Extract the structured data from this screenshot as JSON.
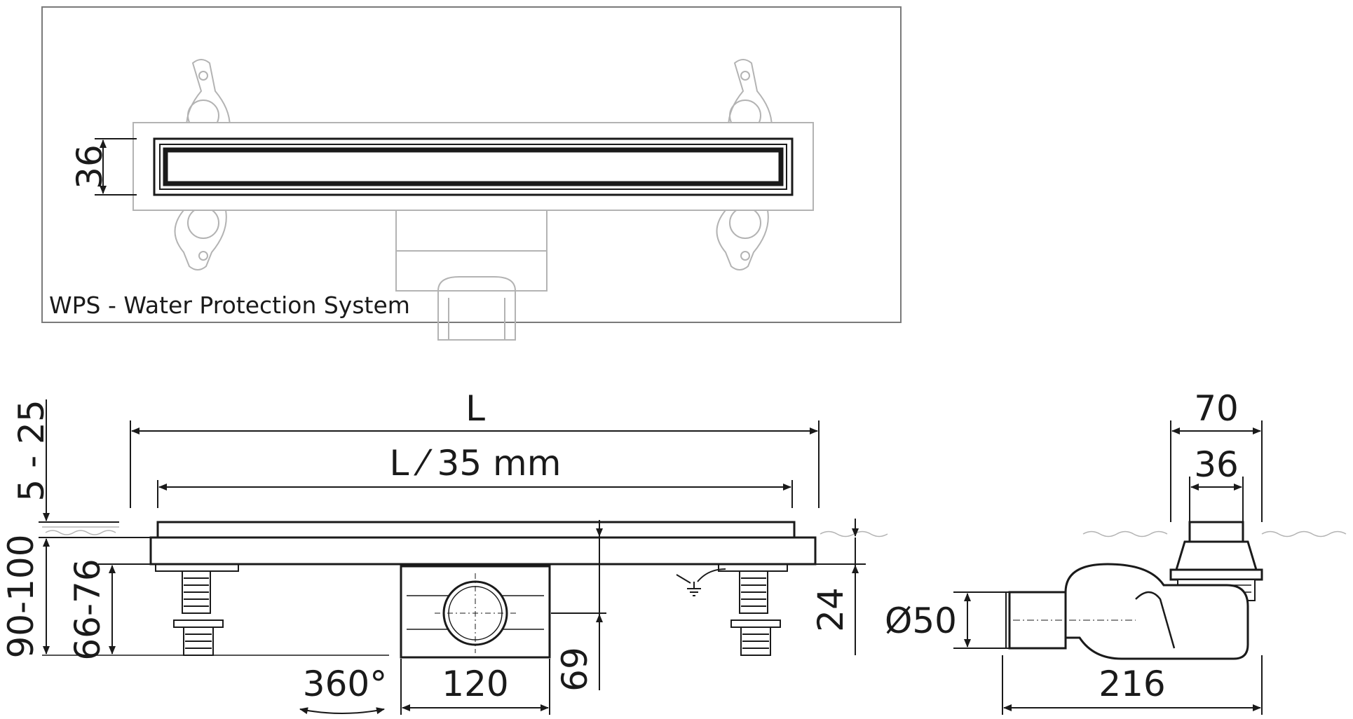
{
  "top_view": {
    "caption": "WPS - Water Protection System",
    "dim_width": "36"
  },
  "front_view": {
    "dim_length": "L",
    "dim_grate_length": "L ⁄ 35 mm",
    "dim_adjust_top": "5 - 25",
    "dim_total_height": "90-100",
    "dim_foot_height": "66-76",
    "dim_outlet_height": "69",
    "dim_lip_height": "24",
    "dim_outlet_width": "120",
    "rotation_label": "360°"
  },
  "side_view": {
    "dim_top_width": "70",
    "dim_inner_width": "36",
    "dim_pipe_diameter": "Ø50",
    "dim_total_depth": "216"
  }
}
